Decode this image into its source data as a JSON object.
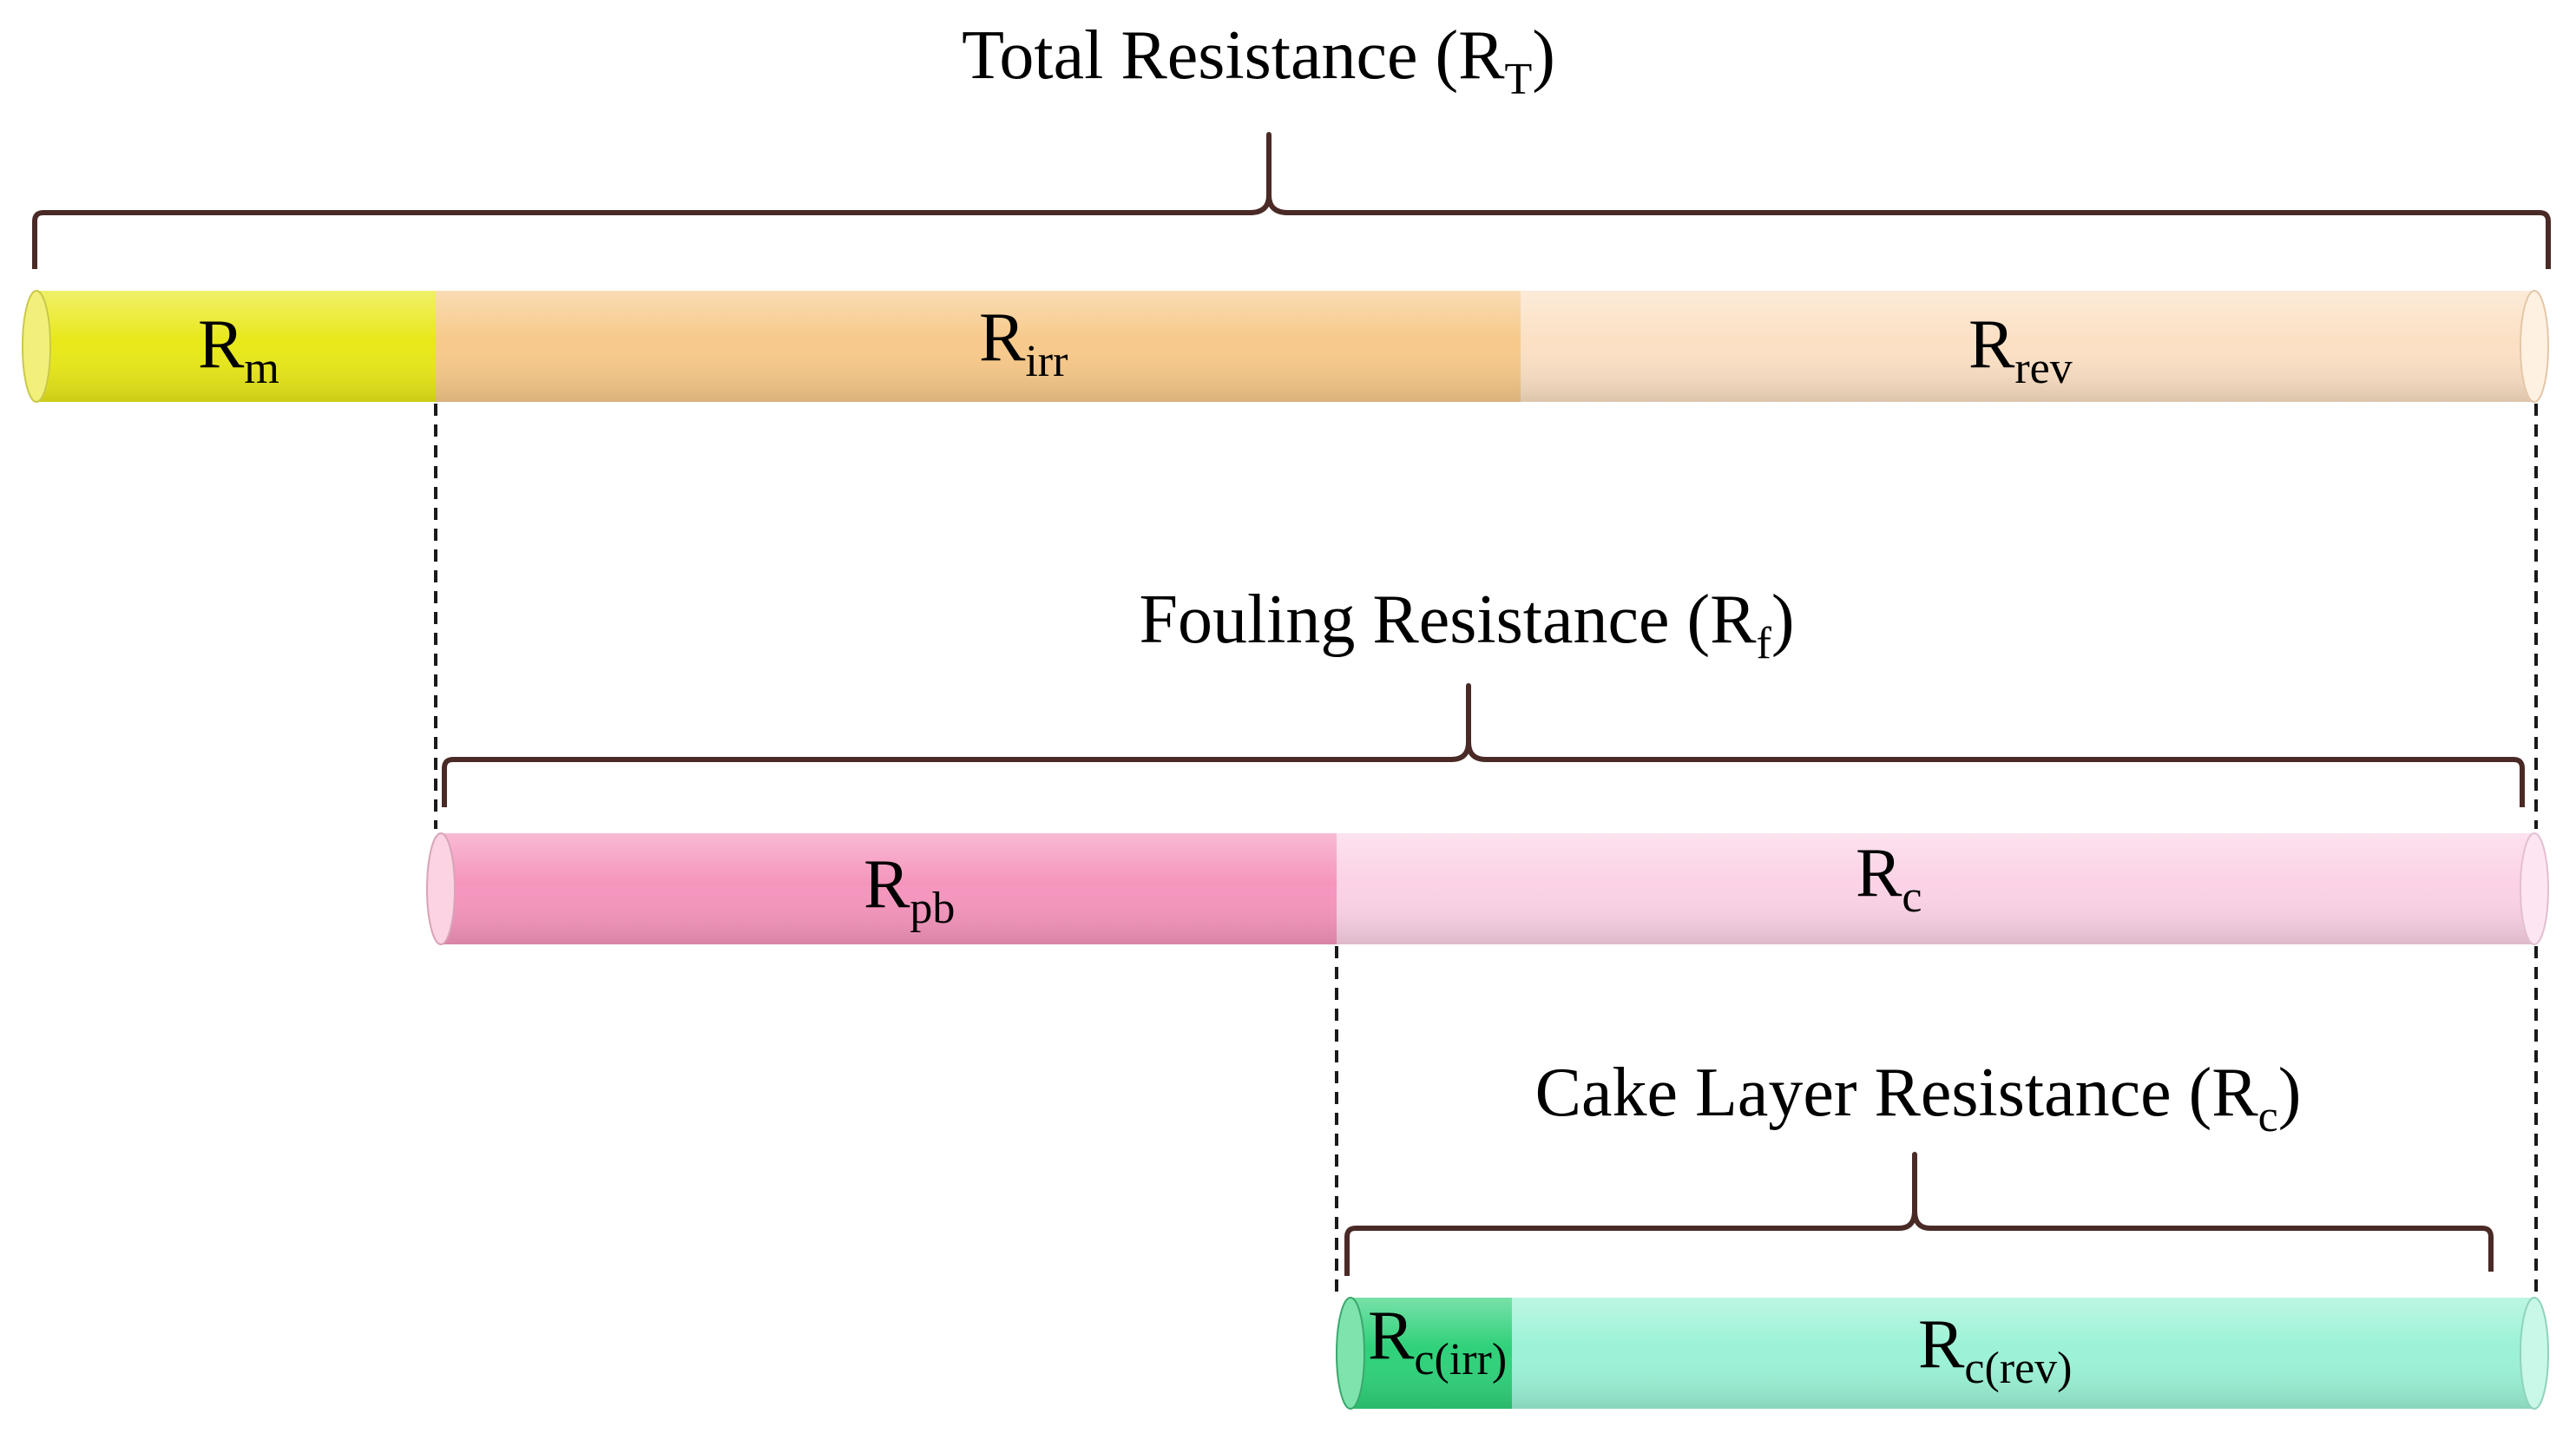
{
  "sections": {
    "total": {
      "title": "Total Resistance (R",
      "title_sub": "T",
      "title_end": ")",
      "segments": [
        {
          "base": "R",
          "sub": "m",
          "color": "#e8e81a"
        },
        {
          "base": "R",
          "sub": "irr",
          "color": "#f7c98a"
        },
        {
          "base": "R",
          "sub": "rev",
          "color": "#fbe0c4"
        }
      ]
    },
    "fouling": {
      "title": "Fouling Resistance (R",
      "title_sub": "f",
      "title_end": ")",
      "segments": [
        {
          "base": "R",
          "sub": "pb",
          "color": "#f595bd"
        },
        {
          "base": "R",
          "sub": "c",
          "color": "#fbd2e6"
        }
      ]
    },
    "cake": {
      "title": "Cake Layer Resistance (R",
      "title_sub": "c",
      "title_end": ")",
      "segments": [
        {
          "base": "R",
          "sub": "c(irr)",
          "color": "#2fd17a"
        },
        {
          "base": "R",
          "sub": "c(rev)",
          "color": "#9bf2d6"
        }
      ]
    }
  }
}
